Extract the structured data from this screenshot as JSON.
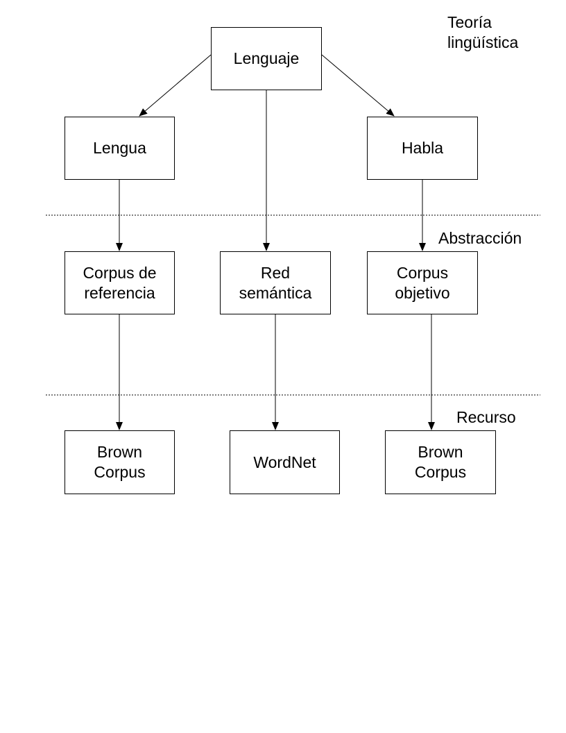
{
  "levels": {
    "theory": "Teoría\nlingüística",
    "abstraction": "Abstracción",
    "resource": "Recurso"
  },
  "nodes": {
    "lenguaje": "Lenguaje",
    "lengua": "Lengua",
    "habla": "Habla",
    "corpus_referencia": "Corpus de\nreferencia",
    "red_semantica": "Red\nsemántica",
    "corpus_objetivo": "Corpus\nobjetivo",
    "brown_corpus_left": "Brown\nCorpus",
    "wordnet": "WordNet",
    "brown_corpus_right": "Brown\nCorpus"
  },
  "colors": {
    "line": "#000000",
    "background": "#ffffff"
  }
}
